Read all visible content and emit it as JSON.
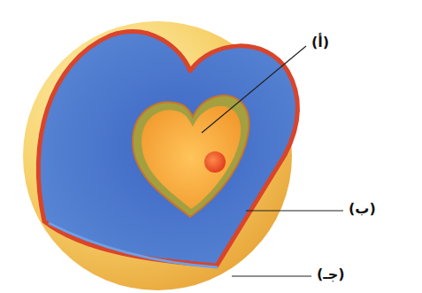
{
  "diagram": {
    "labels": [
      "(أ)",
      "(ب)",
      "(جـ)"
    ]
  }
}
